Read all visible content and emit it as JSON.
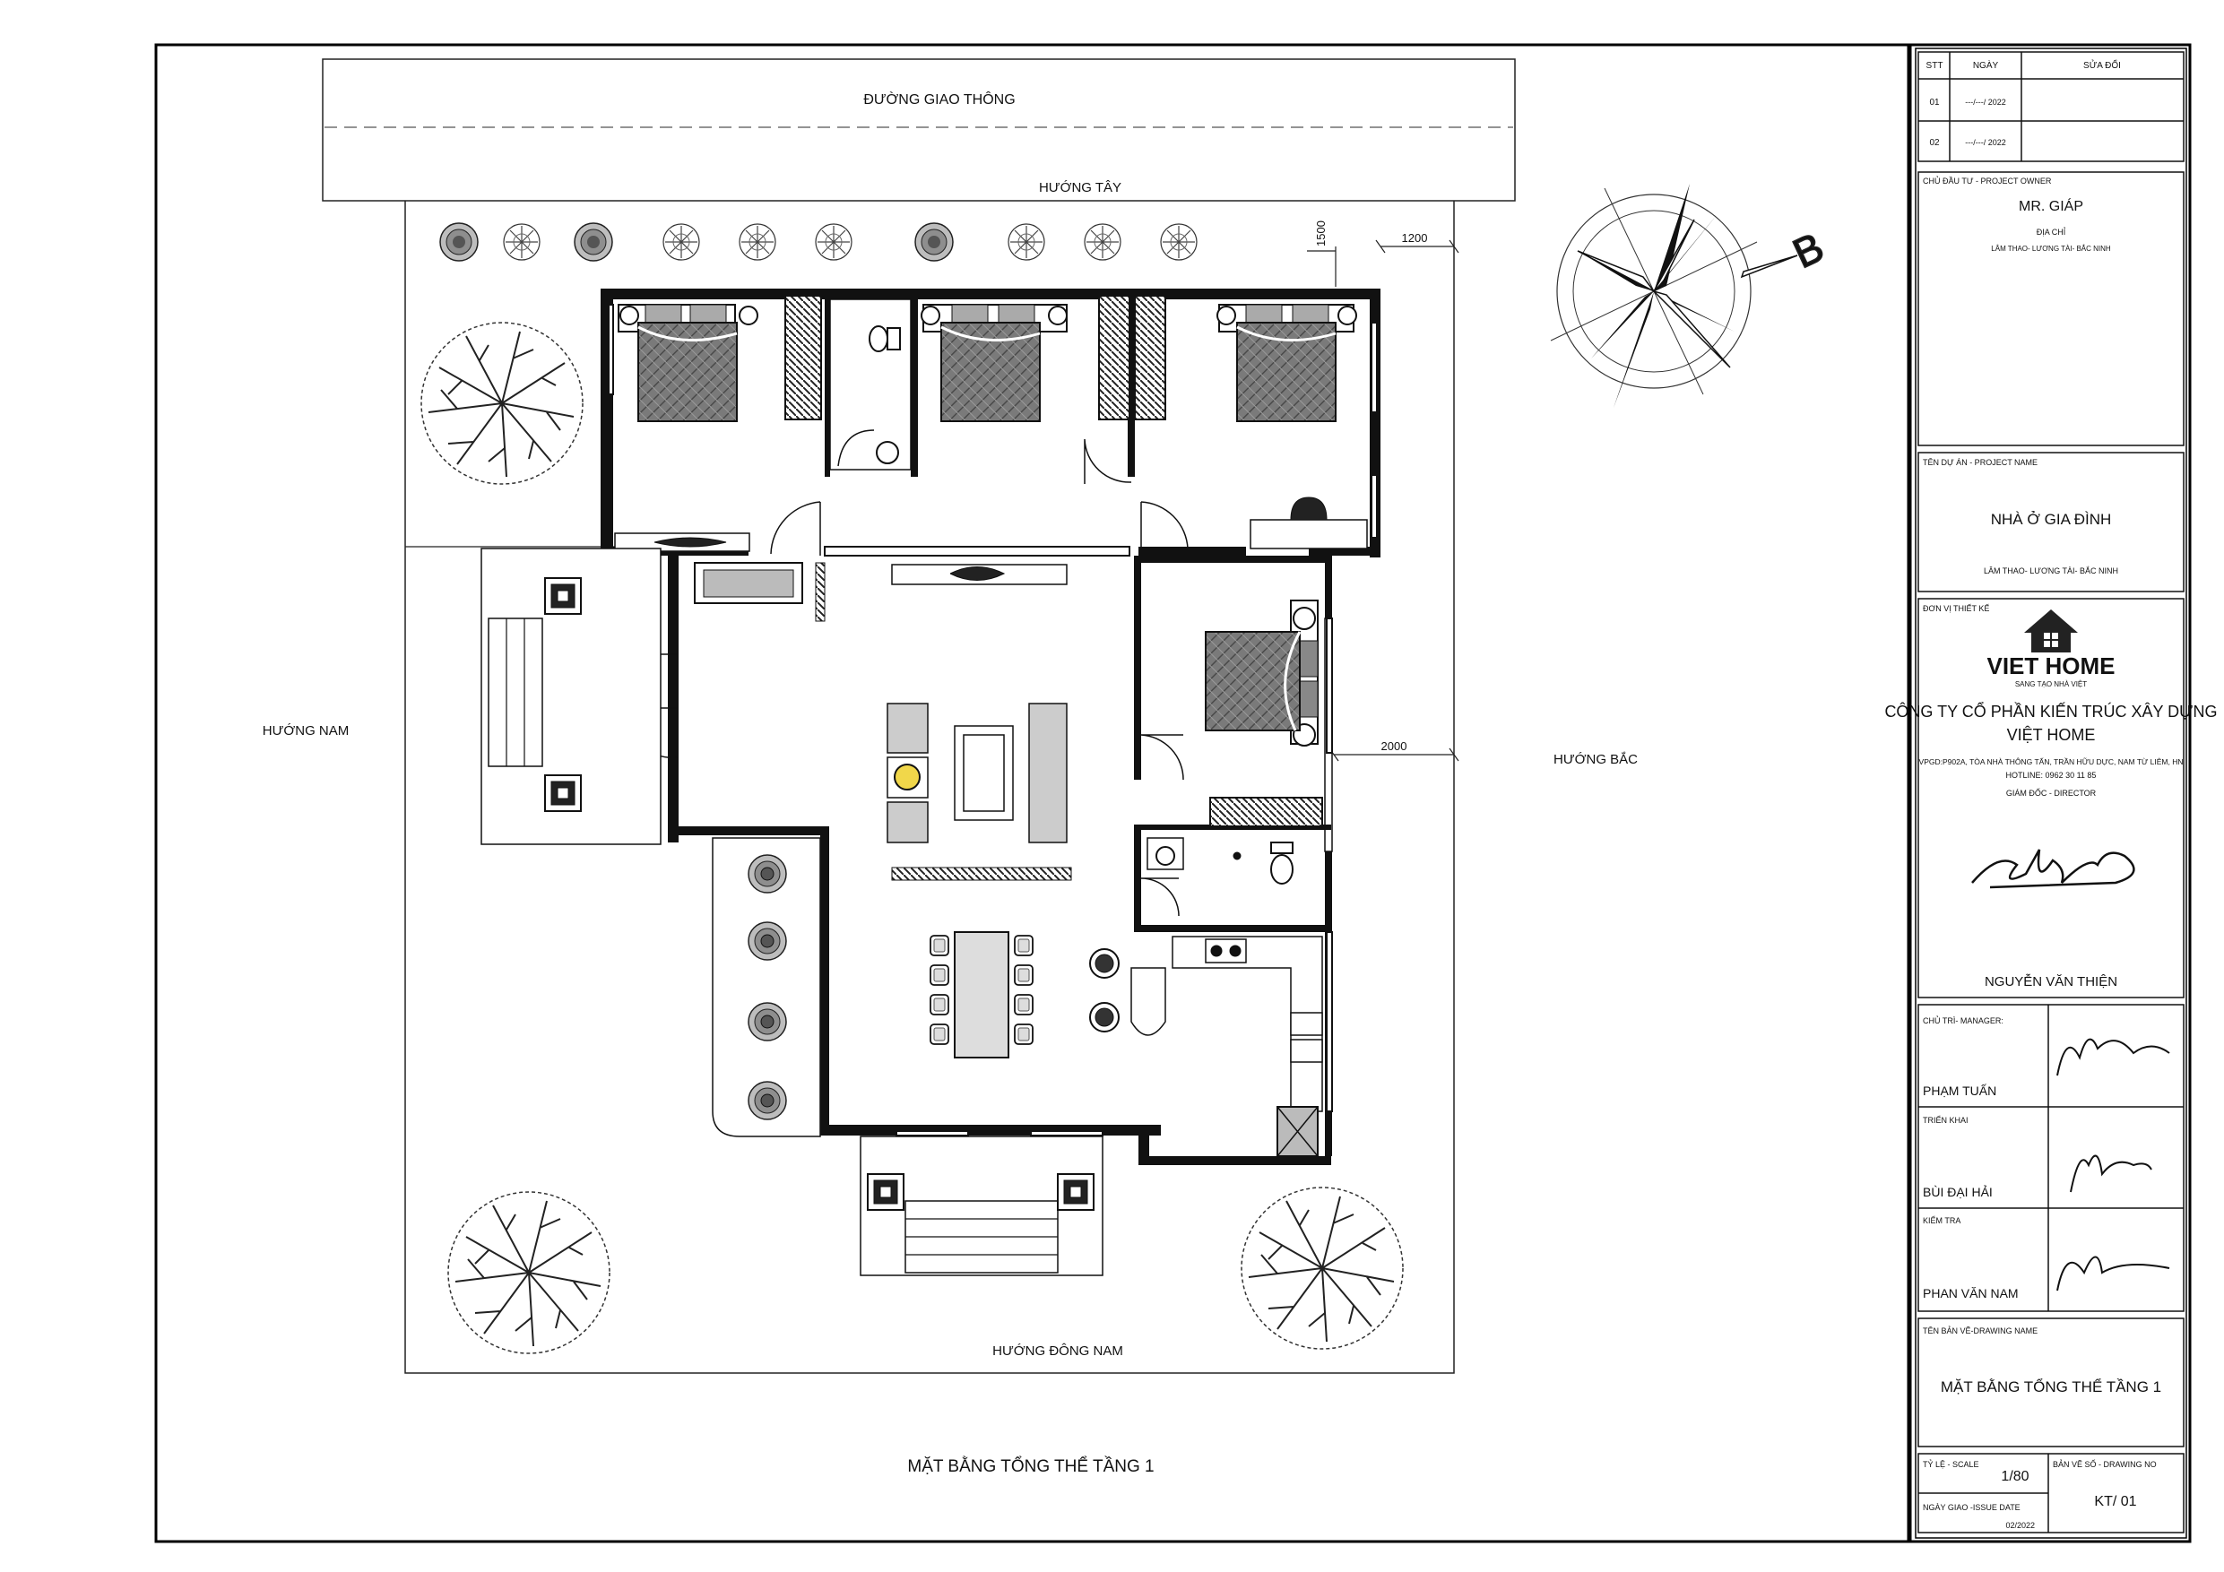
{
  "drawing": {
    "road_label": "ĐƯỜNG GIAO THÔNG",
    "west_label": "HƯỚNG TÂY",
    "south_label": "HƯỚNG NAM",
    "north_label": "HƯỚNG BẮC",
    "southeast_label": "HƯỚNG ĐÔNG NAM",
    "dim_1500": "1500",
    "dim_1200": "1200",
    "dim_2000": "2000",
    "compass_letter": "B",
    "main_title": "MẶT BẰNG TỔNG THỂ TẦNG 1"
  },
  "revisions": {
    "headers": [
      "STT",
      "NGÀY",
      "SỬA ĐỔI"
    ],
    "rows": [
      {
        "stt": "01",
        "date": "---/---/ 2022",
        "note": ""
      },
      {
        "stt": "02",
        "date": "---/---/ 2022",
        "note": ""
      }
    ]
  },
  "owner": {
    "label": "CHỦ ĐẦU TƯ - PROJECT OWNER",
    "name": "MR. GIÁP",
    "address_label": "ĐỊA CHỈ",
    "address": "LÂM THAO- LƯƠNG TÀI- BẮC NINH"
  },
  "project": {
    "label": "TÊN DỰ ÁN - PROJECT NAME",
    "name": "NHÀ Ở GIA ĐÌNH",
    "location": "LÂM THAO- LƯƠNG TÀI- BẮC NINH"
  },
  "designer": {
    "label": "ĐƠN VỊ THIẾT KẾ",
    "logo_text": "VIET HOME",
    "slogan": "SANG TẠO NHÀ VIỆT",
    "company_line1": "CÔNG TY CỔ PHẦN KIẾN TRÚC XÂY DỰNG",
    "company_line2": "VIỆT HOME",
    "office": "VPGD:P902A, TÒA NHÀ THÔNG TẤN, TRẦN HỮU DỰC, NAM TỪ LIÊM, HN",
    "hotline": "HOTLINE: 0962 30 11 85",
    "director_label": "GIÁM ĐỐC - DIRECTOR",
    "director_name": "NGUYỄN VĂN THIỆN"
  },
  "staff": [
    {
      "role": "CHỦ TRÌ- MANAGER:",
      "name": "PHẠM TUẤN"
    },
    {
      "role": "TRIỂN KHAI",
      "name": "BÙI ĐẠI HẢI"
    },
    {
      "role": "KIỂM TRA",
      "name": "PHAN VĂN NAM"
    }
  ],
  "drawing_name": {
    "label": "TÊN BẢN VẼ-DRAWING NAME",
    "value": "MẶT BẰNG TỔNG THỂ TẦNG 1"
  },
  "scale": {
    "label": "TỶ LỆ - SCALE",
    "value": "1/80"
  },
  "drawing_no": {
    "label": "BẢN VẼ SỐ - DRAWING NO",
    "value": "KT/ 01"
  },
  "issue_date": {
    "label": "NGÀY GIAO -ISSUE DATE",
    "value": "02/2022"
  }
}
